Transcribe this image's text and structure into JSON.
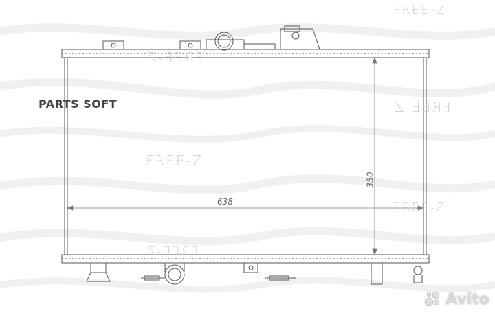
{
  "watermarks": {
    "free_z": "FREE-Z",
    "free_z_mirror": "FREE-Z"
  },
  "overlay_label": "PARTS SOFT",
  "dimensions": {
    "width": "638",
    "height": "350"
  },
  "avito": {
    "logo_text": "Avito"
  },
  "colors": {
    "line": "#555555",
    "wave": "#eeeeee",
    "watermark": "#cfcfcf"
  }
}
